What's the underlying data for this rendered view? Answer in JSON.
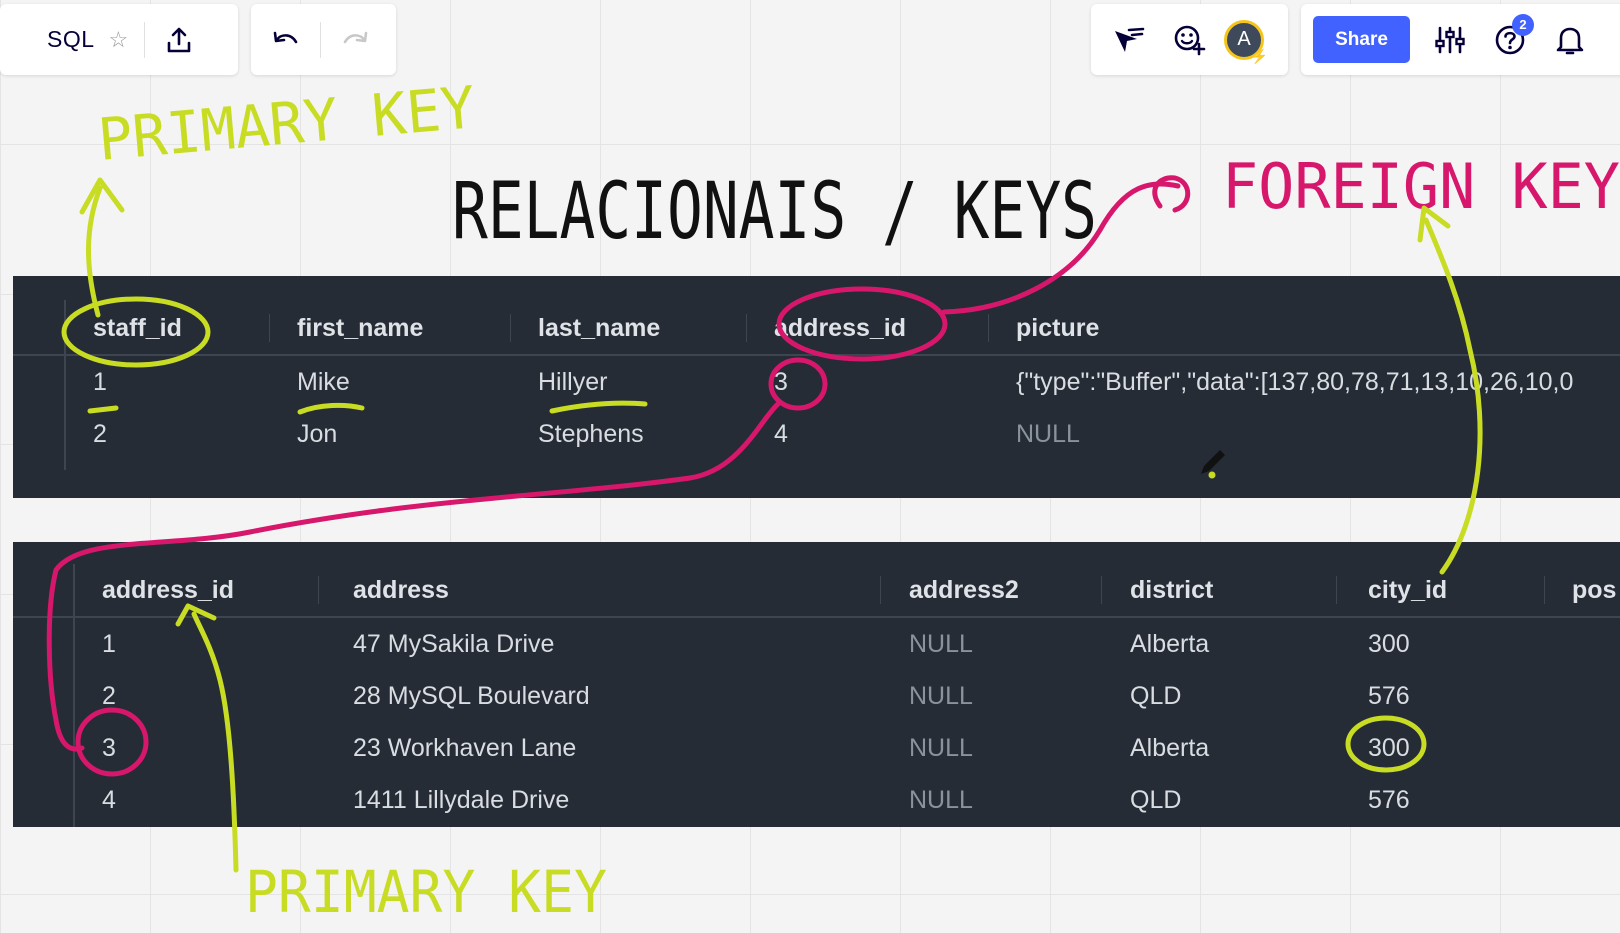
{
  "toolbar": {
    "board_title": "SQL",
    "star_icon": "star-icon",
    "export_icon": "upload-icon",
    "undo_icon": "undo-icon",
    "redo_icon": "redo-icon",
    "reactions_icon": "cursor-reaction-icon",
    "emoji_icon": "add-reaction-icon",
    "avatar_initial": "A",
    "share_label": "Share",
    "settings_icon": "sliders-icon",
    "help_icon": "help-icon",
    "help_badge": "2",
    "notifications_icon": "bell-icon"
  },
  "annotations": {
    "title": "RELACIONAIS / KEYS",
    "primary_key_top": "PRIMARY KEY",
    "foreign_key": "FOREIGN KEY",
    "primary_key_bottom": "PRIMARY KEY",
    "pen_color": "#c8dc24",
    "fk_color": "#d6176b",
    "title_color": "#111111"
  },
  "staff_table": {
    "columns": [
      "staff_id",
      "first_name",
      "last_name",
      "address_id",
      "picture"
    ],
    "rows": [
      [
        "1",
        "Mike",
        "Hillyer",
        "3",
        "{\"type\":\"Buffer\",\"data\":[137,80,78,71,13,10,26,10,0"
      ],
      [
        "2",
        "Jon",
        "Stephens",
        "4",
        "NULL"
      ]
    ]
  },
  "address_table": {
    "columns": [
      "address_id",
      "address",
      "address2",
      "district",
      "city_id",
      "pos"
    ],
    "rows": [
      [
        "1",
        "47 MySakila Drive",
        "NULL",
        "Alberta",
        "300"
      ],
      [
        "2",
        "28 MySQL Boulevard",
        "NULL",
        "QLD",
        "576"
      ],
      [
        "3",
        "23 Workhaven Lane",
        "NULL",
        "Alberta",
        "300"
      ],
      [
        "4",
        "1411 Lillydale Drive",
        "NULL",
        "QLD",
        "576"
      ]
    ]
  },
  "colors": {
    "share_button": "#4262ff",
    "table_bg": "#252c35",
    "avatar_ring": "#f5c51c"
  }
}
